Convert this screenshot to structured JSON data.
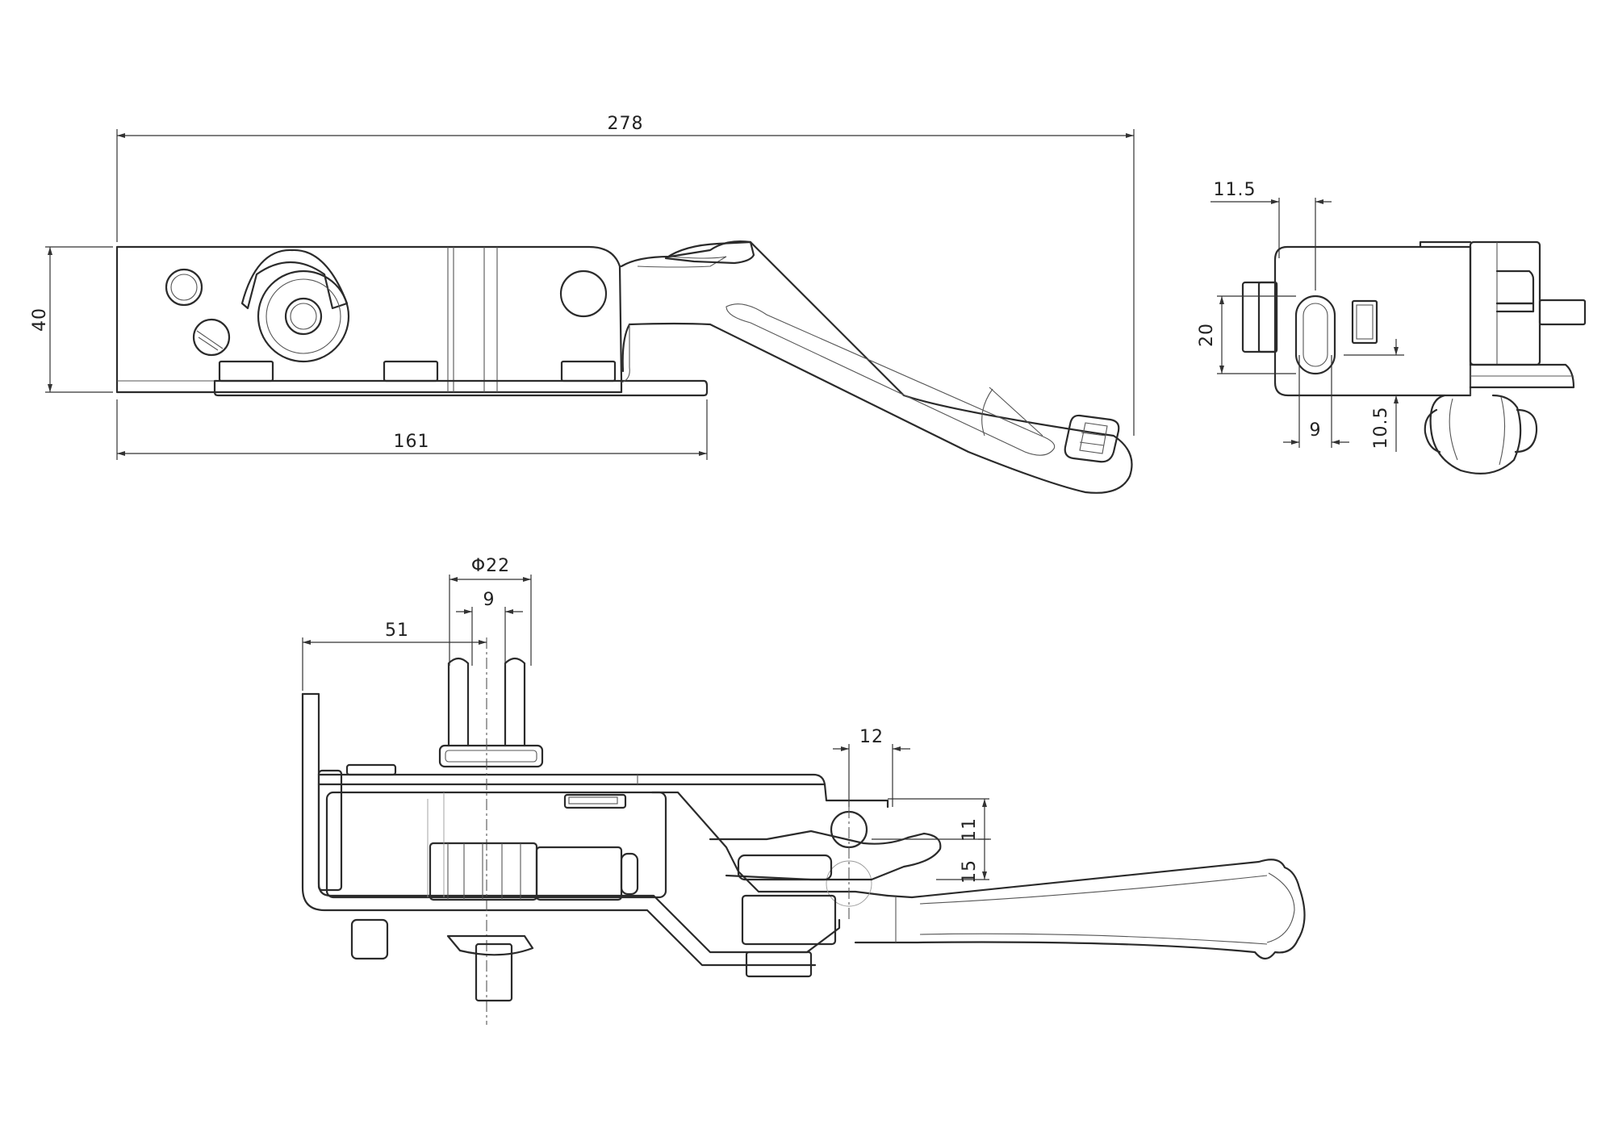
{
  "drawing": {
    "views": [
      "side-view",
      "end-view",
      "top-view"
    ],
    "side_view": {
      "dims": {
        "overall_length": "278",
        "height": "40",
        "base_length": "161"
      }
    },
    "end_view": {
      "dims": {
        "offset_top": "11.5",
        "slot_height": "20",
        "slot_width": "9",
        "slot_offset": "10.5"
      }
    },
    "top_view": {
      "dims": {
        "pin_diameter": "Φ22",
        "pin_spacing": "9",
        "pin_offset": "51",
        "lever_offset": "12",
        "height_a": "15",
        "height_b": "11"
      }
    }
  }
}
